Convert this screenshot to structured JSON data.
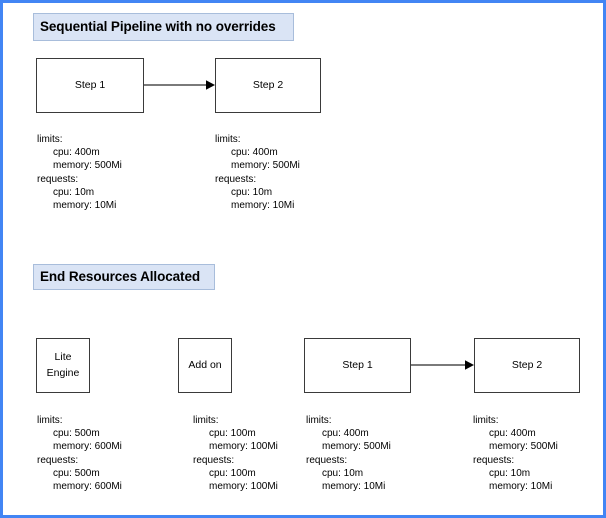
{
  "colors": {
    "frame_border": "#4285f4",
    "chip_fill": "#dae4f5",
    "chip_border": "#a8bddb",
    "node_border": "#3a3a3a",
    "arrow": "#000000",
    "text": "#000000",
    "background": "#ffffff"
  },
  "sections": [
    {
      "id": "sequential-pipeline",
      "title": "Sequential Pipeline with no overrides",
      "nodes": [
        {
          "id": "top-step1",
          "lines": [
            "Step 1"
          ]
        },
        {
          "id": "top-step2",
          "lines": [
            "Step 2"
          ]
        }
      ],
      "arrows": [
        {
          "id": "top-arrow",
          "from": "top-step1",
          "to": "top-step2"
        }
      ],
      "resources": [
        {
          "for": "top-step1",
          "limits_label": "limits:",
          "limits": [
            "cpu: 400m",
            "memory: 500Mi"
          ],
          "requests_label": "requests:",
          "requests": [
            "cpu: 10m",
            "memory: 10Mi"
          ]
        },
        {
          "for": "top-step2",
          "limits_label": "limits:",
          "limits": [
            "cpu: 400m",
            "memory: 500Mi"
          ],
          "requests_label": "requests:",
          "requests": [
            "cpu: 10m",
            "memory: 10Mi"
          ]
        }
      ]
    },
    {
      "id": "end-resources-allocated",
      "title": "End Resources Allocated",
      "nodes": [
        {
          "id": "lite-engine",
          "lines": [
            "Lite",
            "Engine"
          ]
        },
        {
          "id": "add-on",
          "lines": [
            "Add on"
          ]
        },
        {
          "id": "bot-step1",
          "lines": [
            "Step 1"
          ]
        },
        {
          "id": "bot-step2",
          "lines": [
            "Step 2"
          ]
        }
      ],
      "arrows": [
        {
          "id": "bot-arrow",
          "from": "bot-step1",
          "to": "bot-step2"
        }
      ],
      "resources": [
        {
          "for": "lite-engine",
          "limits_label": "limits:",
          "limits": [
            "cpu: 500m",
            "memory: 600Mi"
          ],
          "requests_label": "requests:",
          "requests": [
            "cpu: 500m",
            "memory: 600Mi"
          ]
        },
        {
          "for": "add-on",
          "limits_label": "limits:",
          "limits": [
            "cpu: 100m",
            "memory: 100Mi"
          ],
          "requests_label": "requests:",
          "requests": [
            "cpu: 100m",
            "memory: 100Mi"
          ]
        },
        {
          "for": "bot-step1",
          "limits_label": "limits:",
          "limits": [
            "cpu: 400m",
            "memory: 500Mi"
          ],
          "requests_label": "requests:",
          "requests": [
            "cpu: 10m",
            "memory: 10Mi"
          ]
        },
        {
          "for": "bot-step2",
          "limits_label": "limits:",
          "limits": [
            "cpu: 400m",
            "memory: 500Mi"
          ],
          "requests_label": "requests:",
          "requests": [
            "cpu: 10m",
            "memory: 10Mi"
          ]
        }
      ]
    }
  ]
}
